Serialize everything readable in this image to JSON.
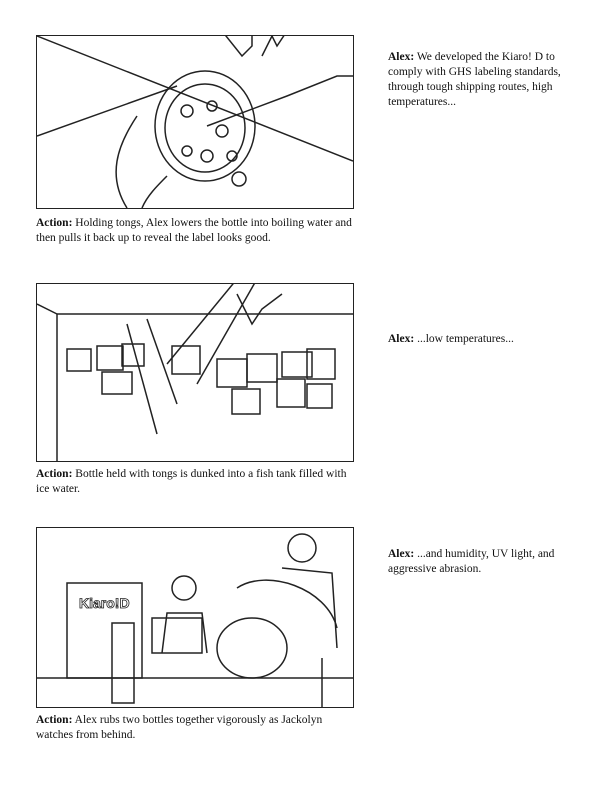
{
  "scenes": [
    {
      "action_label": "Action:",
      "action_text": "Holding tongs, Alex lowers the bottle into boiling water and then pulls it back up to reveal the label looks good.",
      "speaker": "Alex:",
      "dialogue": "We developed the Kiaro! D to comply with GHS labeling standards, through tough shipping routes, high temperatures..."
    },
    {
      "action_label": "Action:",
      "action_text": "Bottle held with tongs is dunked into a fish tank filled with ice water.",
      "speaker": "Alex:",
      "dialogue": "...low temperatures..."
    },
    {
      "action_label": "Action:",
      "action_text": "Alex rubs two bottles together vigorously as Jackolyn watches from behind.",
      "speaker": "Alex:",
      "dialogue": "...and humidity, UV light, and aggressive abrasion."
    }
  ],
  "logo_text": "Kiaro!D"
}
